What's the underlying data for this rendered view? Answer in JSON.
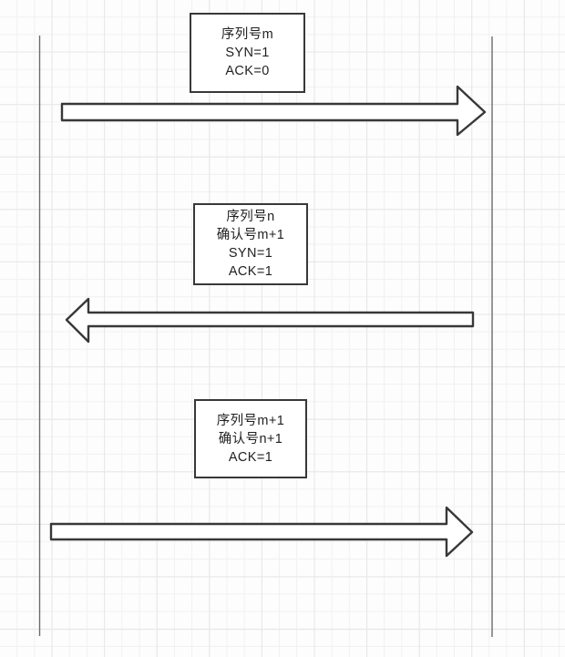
{
  "diagram": {
    "kind": "sequence-diagram-handshake",
    "messages": [
      {
        "direction": "right",
        "label_lines": [
          "序列号m",
          "SYN=1",
          "ACK=0"
        ]
      },
      {
        "direction": "left",
        "label_lines": [
          "序列号n",
          "确认号m+1",
          "SYN=1",
          "ACK=1"
        ]
      },
      {
        "direction": "right",
        "label_lines": [
          "序列号m+1",
          "确认号n+1",
          "ACK=1"
        ]
      }
    ]
  },
  "colors": {
    "shape_stroke": "#383838",
    "shape_fill": "#ffffff",
    "lifeline_stroke": "#6b6b6b",
    "text": "#212121",
    "grid_minor": "#f1f1f1",
    "grid_major": "#e7e7e7",
    "background": "#fdfdfd"
  }
}
